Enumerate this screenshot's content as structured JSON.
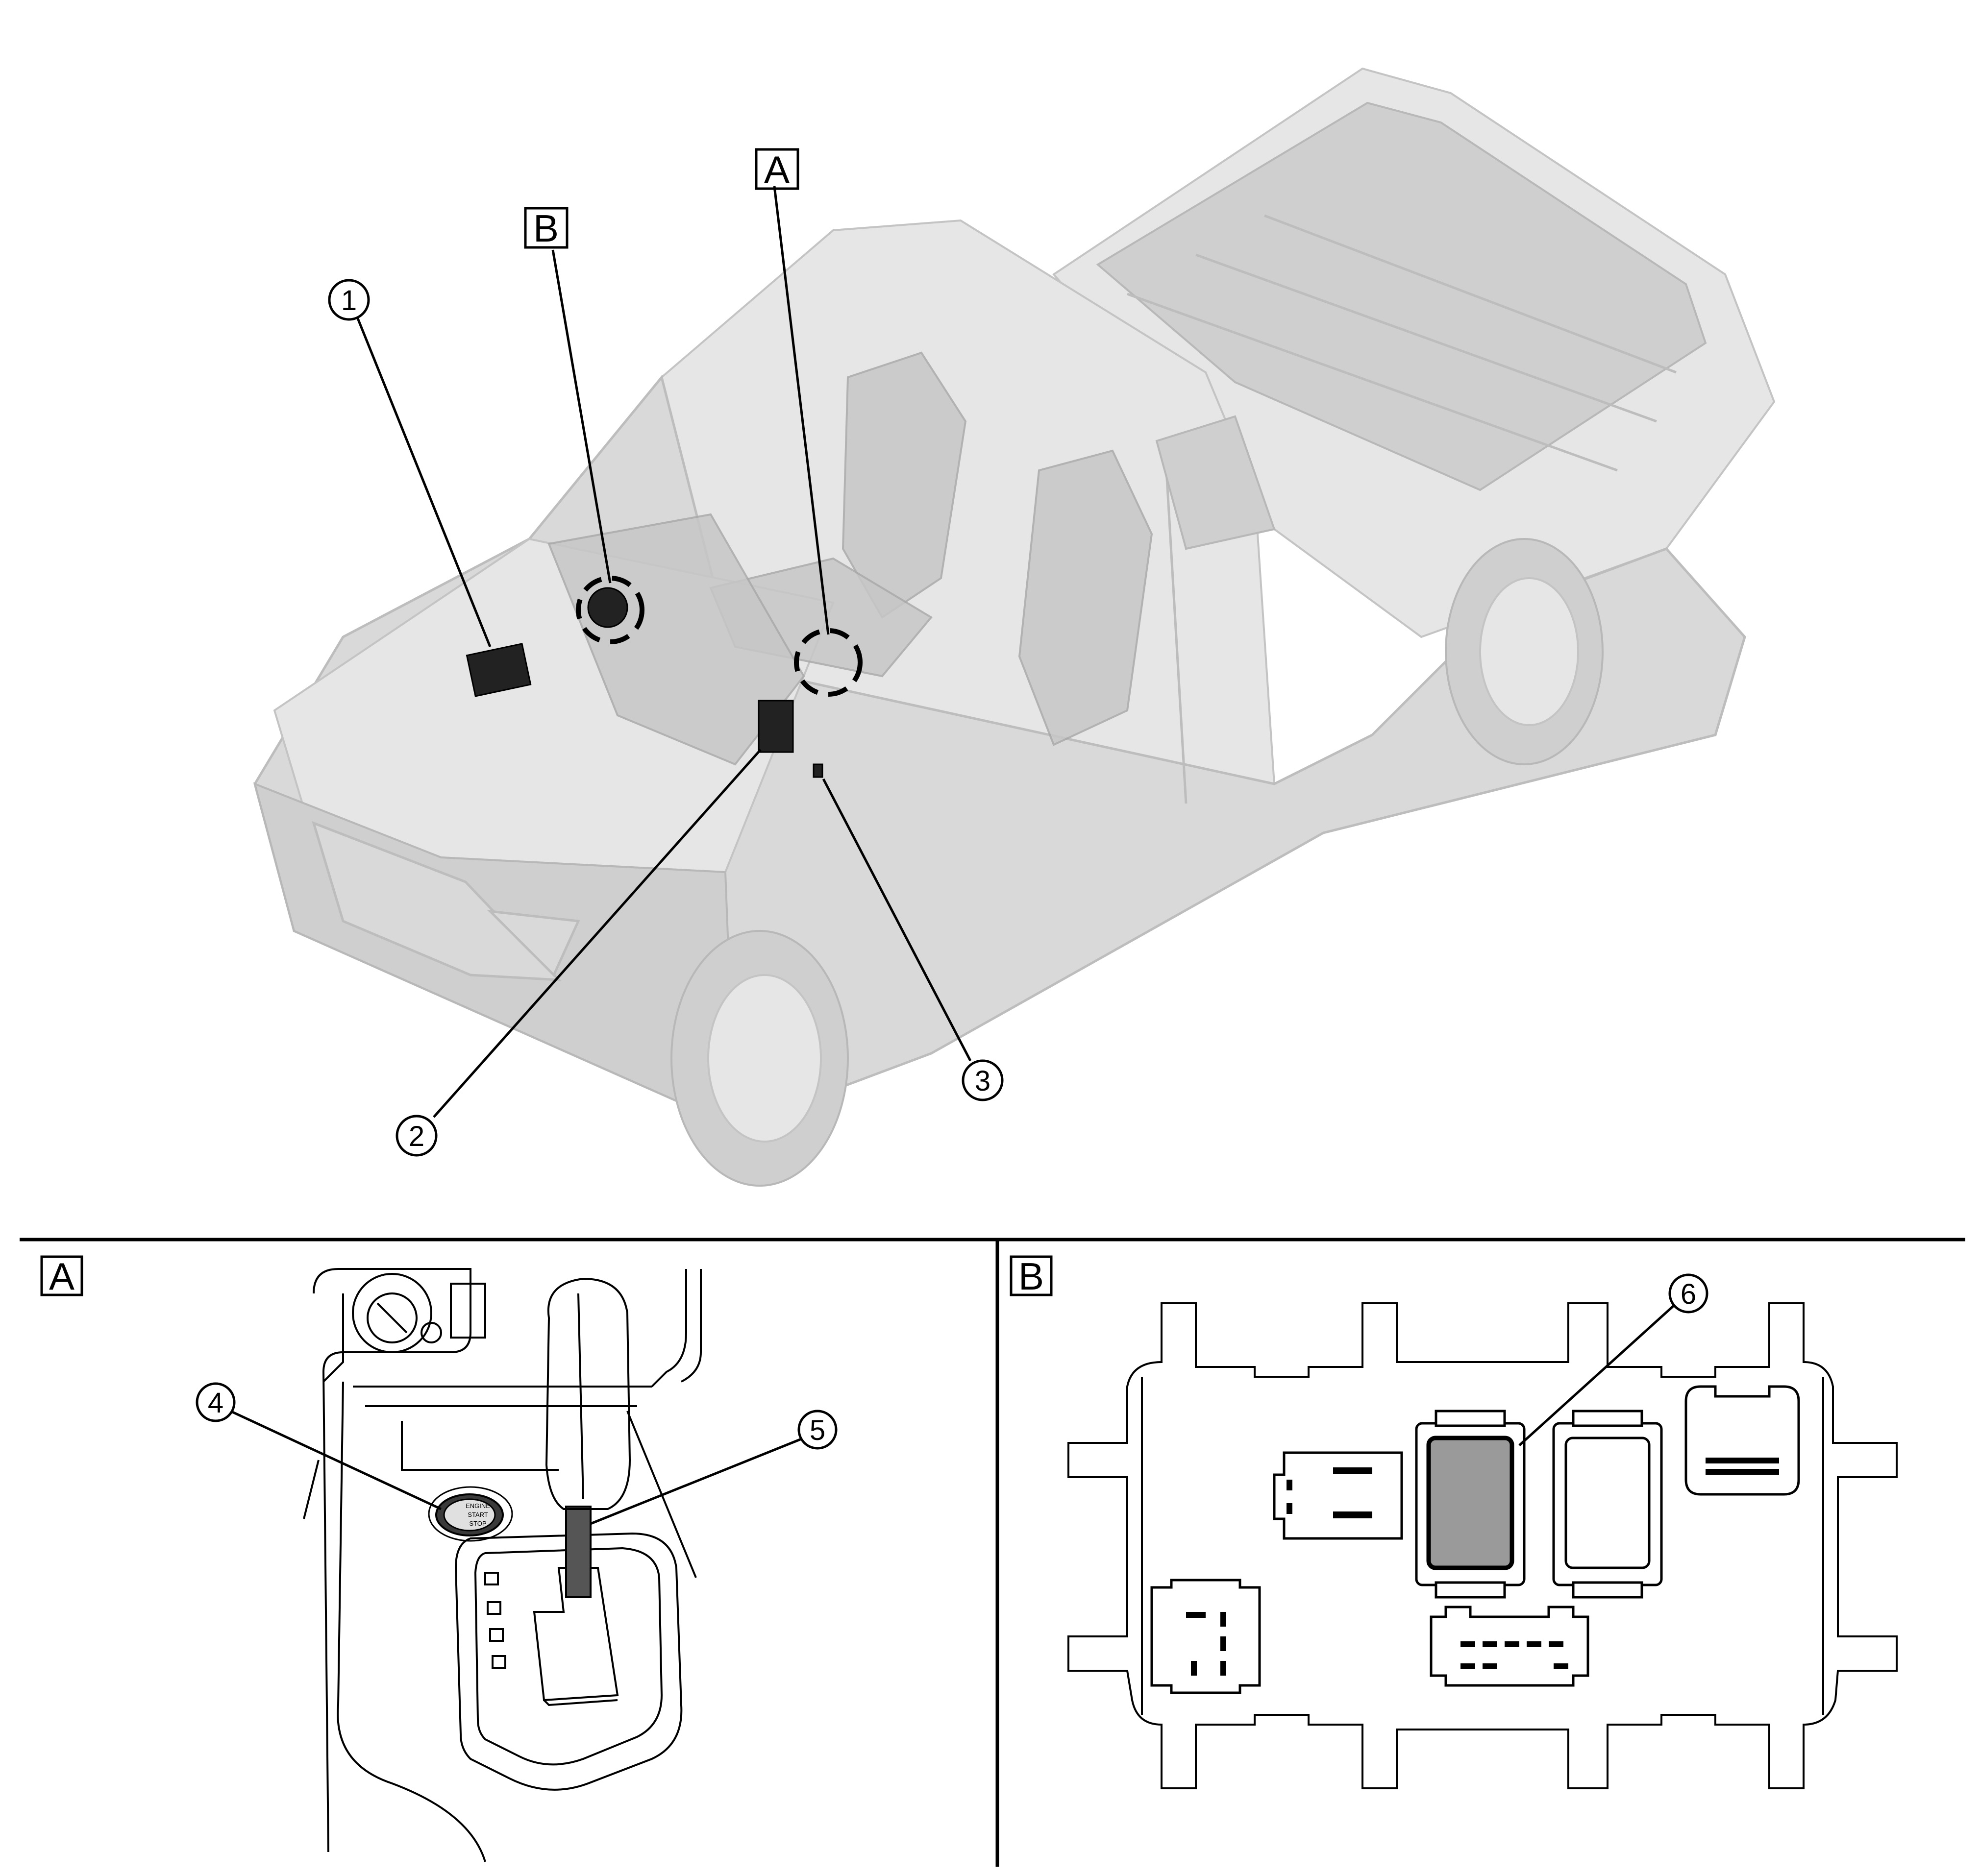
{
  "callouts": {
    "box_a": "A",
    "box_b": "B",
    "n1": "1",
    "n2": "2",
    "n3": "3",
    "n4": "4",
    "n5": "5",
    "n6": "6"
  },
  "panels": {
    "a_label": "A",
    "b_label": "B"
  },
  "push_button_text": [
    "ENGINE",
    "START",
    "STOP"
  ]
}
